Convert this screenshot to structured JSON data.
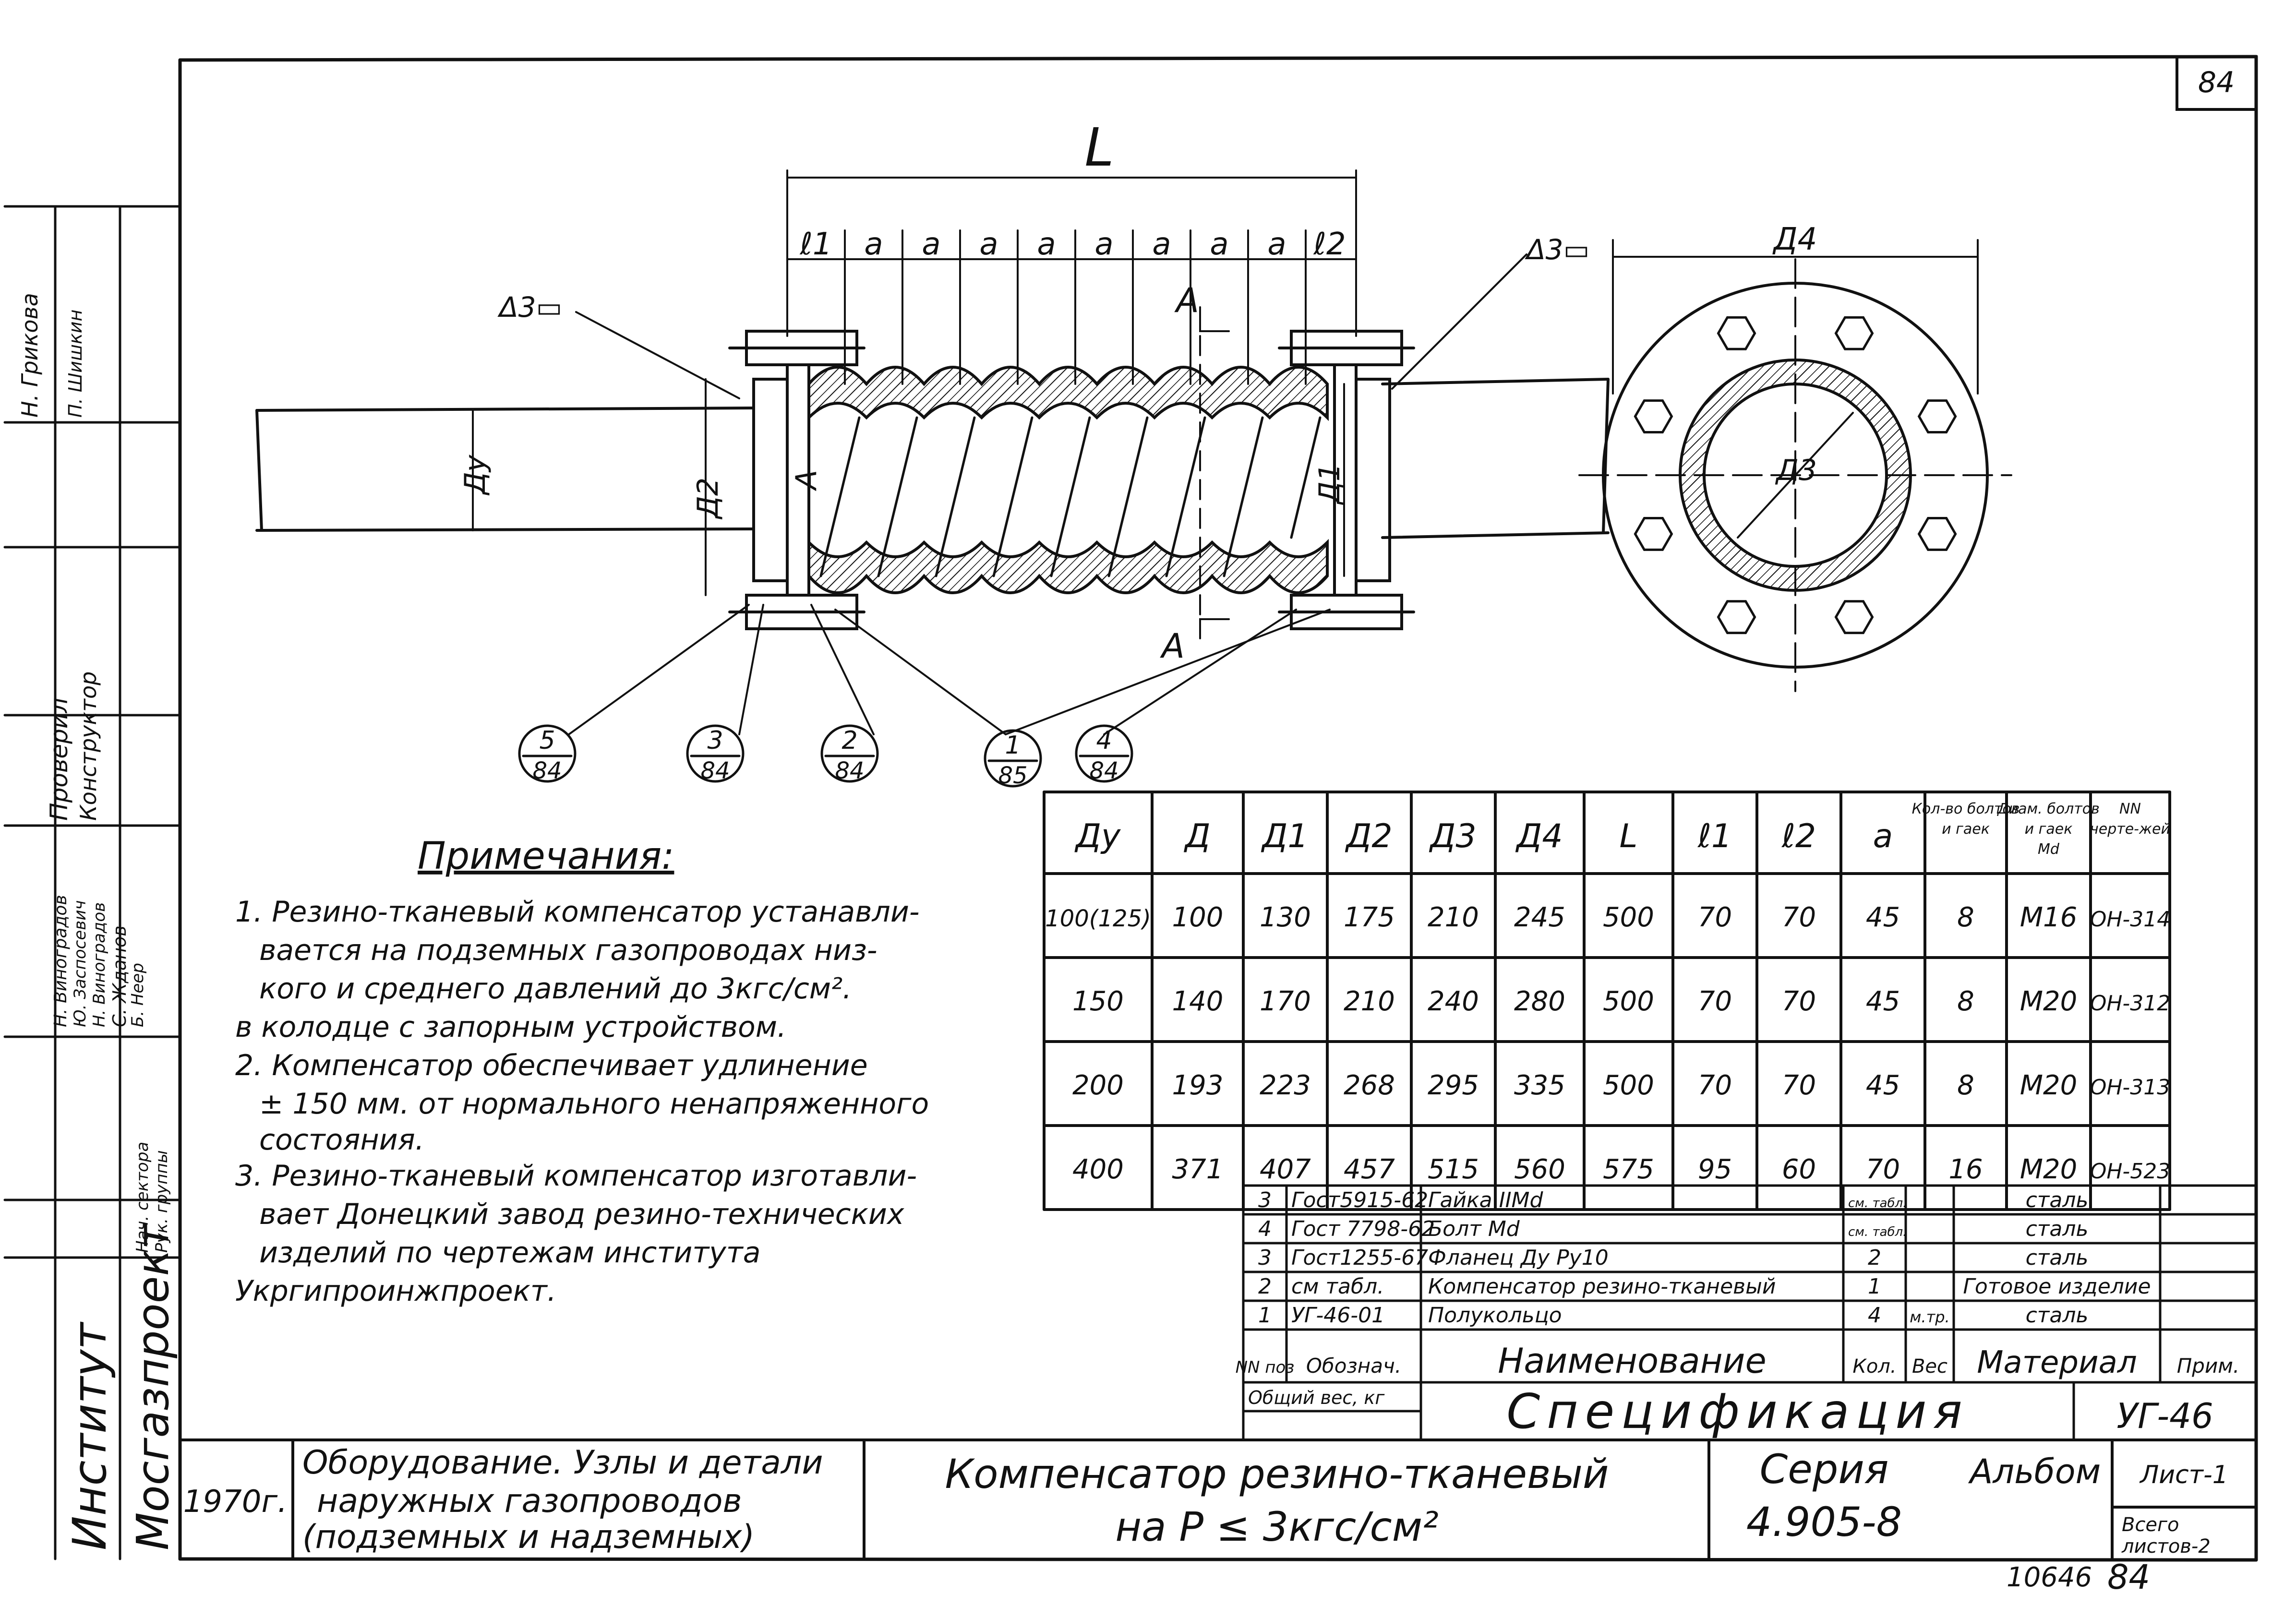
{
  "sheet_corner": "84",
  "bottom_numbers": {
    "archive": "10646",
    "page": "84"
  },
  "drawing_labels": {
    "L": "L",
    "segments": [
      "ℓ1",
      "a",
      "a",
      "a",
      "a",
      "a",
      "a",
      "a",
      "a",
      "ℓ2"
    ],
    "D4": "Д4",
    "D3": "Д3",
    "Dy": "Ду",
    "D2": "Д2",
    "D1": "Д1",
    "A_left": "А",
    "section_top": "А",
    "section_bottom": "А",
    "weld_left": "Δ3▭",
    "weld_right": "Δ3▭"
  },
  "callouts": [
    {
      "num": "5",
      "den": "84"
    },
    {
      "num": "3",
      "den": "84"
    },
    {
      "num": "2",
      "den": "84"
    },
    {
      "num": "1",
      "den": "85"
    },
    {
      "num": "4",
      "den": "84"
    }
  ],
  "dims_table": {
    "headers": [
      "Ду",
      "Д",
      "Д1",
      "Д2",
      "Д3",
      "Д4",
      "L",
      "ℓ1",
      "ℓ2",
      "a",
      "Кол-во болтов и гаек",
      "Диам. болтов и гаек Md",
      "NN черте-жей"
    ],
    "rows": [
      [
        "100(125)",
        "100",
        "130",
        "175",
        "210",
        "245",
        "500",
        "70",
        "70",
        "45",
        "8",
        "M16",
        "ОН-314"
      ],
      [
        "150",
        "140",
        "170",
        "210",
        "240",
        "280",
        "500",
        "70",
        "70",
        "45",
        "8",
        "M20",
        "ОН-312"
      ],
      [
        "200",
        "193",
        "223",
        "268",
        "295",
        "335",
        "500",
        "70",
        "70",
        "45",
        "8",
        "M20",
        "ОН-313"
      ],
      [
        "400",
        "371",
        "407",
        "457",
        "515",
        "560",
        "575",
        "95",
        "60",
        "70",
        "16",
        "M20",
        "ОН-523"
      ]
    ]
  },
  "notes": {
    "title": "Примечания:",
    "lines": [
      "1. Резино-тканевый компенсатор устанавли-",
      "вается на подземных газопроводах низ-",
      "кого и среднего давлений до 3кгс/см².",
      "в колодце с запорным устройством.",
      "2. Компенсатор обеспечивает удлинение",
      "± 150 мм. от нормального ненапряженного",
      "состояния.",
      "3. Резино-тканевый компенсатор изготавли-",
      "вает Донецкий завод резино-технических",
      "изделий по чертежам института",
      "Укргипроинжпроект."
    ]
  },
  "spec": {
    "rows": [
      {
        "pos": "3",
        "des": "Гост5915-62",
        "name": "Гайка IIMd",
        "qty": "см. табл.",
        "mat": "сталь"
      },
      {
        "pos": "4",
        "des": "Гост 7798-62",
        "name": "Болт Md",
        "qty": "см. табл.",
        "mat": "сталь"
      },
      {
        "pos": "3",
        "des": "Гост1255-67",
        "name": "Фланец Ду Ру10",
        "qty": "2",
        "mat": "сталь"
      },
      {
        "pos": "2",
        "des": "см табл.",
        "name": "Компенсатор резино-тканевый",
        "qty": "1",
        "mat": "Готовое изделие"
      },
      {
        "pos": "1",
        "des": "УГ-46-01",
        "name": "Полукольцо",
        "qty": "4",
        "weight": "м.тр.",
        "mat": "сталь"
      }
    ],
    "header": {
      "pos": "NN поз",
      "des": "Обознач.",
      "name": "Наименование",
      "qty": "Кол.",
      "weight": "Вес",
      "mat": "Материал",
      "note": "Прим."
    },
    "total_weight": "Общий вес, кг",
    "title": "Спецификация",
    "code": "УГ-46"
  },
  "title_block": {
    "year": "1970г.",
    "album_title": [
      "Оборудование. Узлы и детали",
      "наружных газопроводов",
      "(подземных и надземных)"
    ],
    "drawing_title": [
      "Компенсатор резино-тканевый",
      "на P ≤ 3кгс/см²"
    ],
    "series_label": "Серия",
    "series": "4.905-8",
    "album": "Альбом",
    "sheet": "Лист-1",
    "total_sheets": [
      "Всего",
      "листов-2"
    ]
  },
  "side_strip": {
    "institute": "Институт",
    "org": "Мосгазпроект",
    "roles": [
      "Н. Грикова",
      "П. Шишкин",
      "Проверил",
      "Конструктор",
      "Н. Виноградов",
      "Ю. Заспосевич",
      "Н. Виноградов",
      "С. Жданов",
      "Б. Неер",
      "Нач. сектора",
      "Рук. группы"
    ]
  }
}
